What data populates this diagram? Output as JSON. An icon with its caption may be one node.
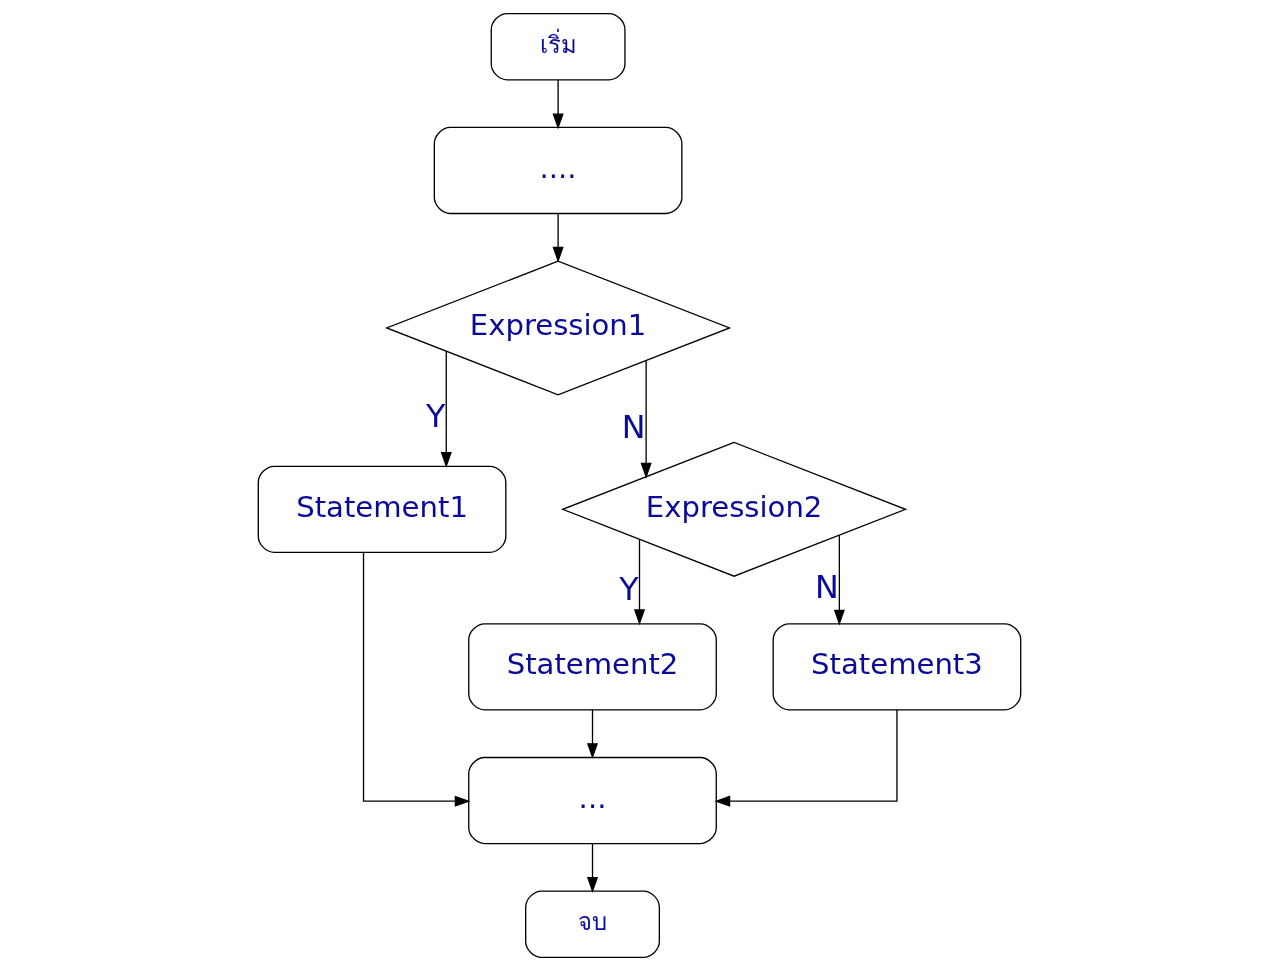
{
  "diagram": {
    "nodes": [
      {
        "text": [
          "เริ่ม"
        ]
      },
      {
        "text": [
          "...."
        ]
      },
      {
        "text": [
          "Expression1"
        ]
      },
      {
        "text": [
          "Statement1"
        ]
      },
      {
        "text": [
          "Expression2"
        ]
      },
      {
        "text": [
          "Statement2"
        ]
      },
      {
        "text": [
          "Statement3"
        ]
      },
      {
        "text": [
          "..."
        ]
      },
      {
        "text": [
          "จบ"
        ]
      }
    ],
    "edges": [
      {
        "from": 0,
        "to": 1,
        "arrow": "to"
      },
      {
        "from": 1,
        "to": 2,
        "arrow": "to"
      },
      {
        "from": 2,
        "to": 3,
        "arrow": "to",
        "label": "Y"
      },
      {
        "from": 2,
        "to": 4,
        "arrow": "to",
        "label": "N"
      },
      {
        "from": 4,
        "to": 5,
        "arrow": "to",
        "label": "Y"
      },
      {
        "from": 4,
        "to": 6,
        "arrow": "to",
        "label": "N"
      },
      {
        "from": 3,
        "to": 7,
        "arrow": "to"
      },
      {
        "from": 5,
        "to": 7,
        "arrow": "to"
      },
      {
        "from": 6,
        "to": 7,
        "arrow": "to"
      },
      {
        "from": 7,
        "to": 8,
        "arrow": "to"
      }
    ]
  }
}
